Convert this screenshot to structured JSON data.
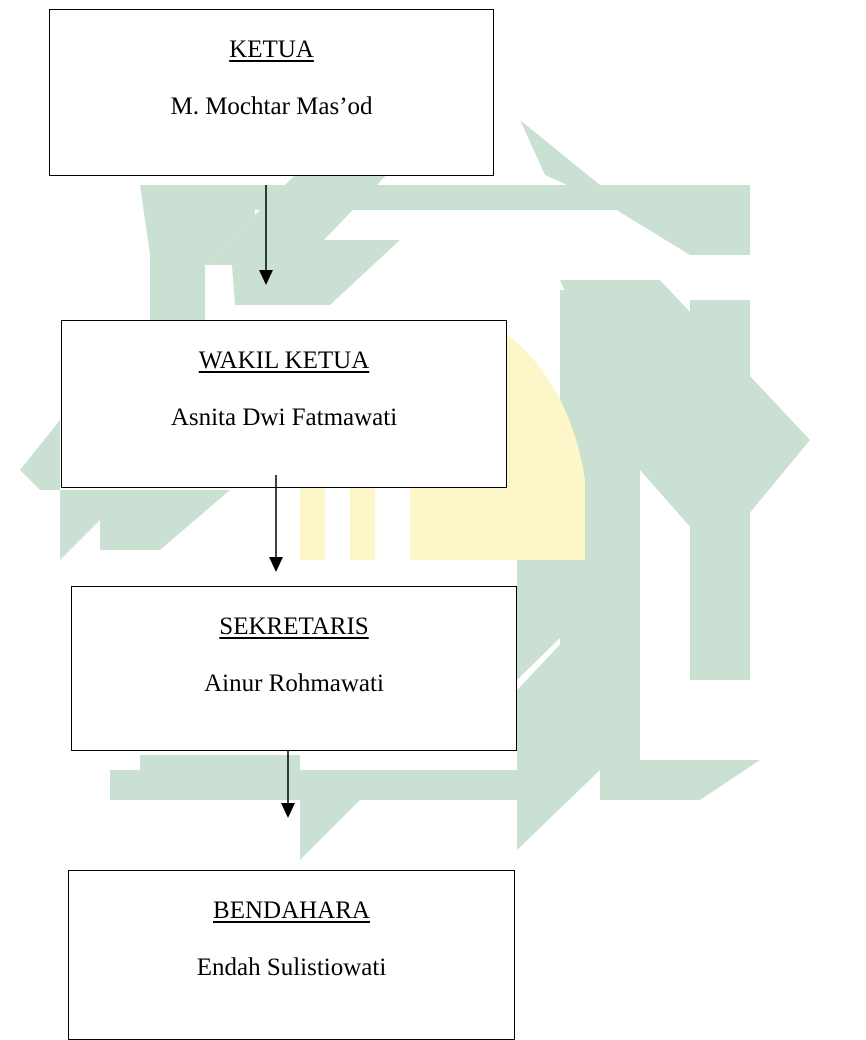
{
  "org_chart": {
    "positions": [
      {
        "role": "KETUA",
        "person": "M. Mochtar Mas’od"
      },
      {
        "role": "WAKIL KETUA",
        "person": "Asnita Dwi Fatmawati"
      },
      {
        "role": "SEKRETARIS",
        "person": "Ainur Rohmawati"
      },
      {
        "role": "BENDAHARA",
        "person": "Endah Sulistiowati"
      }
    ]
  },
  "colors": {
    "watermark_green": "#c9e0d2",
    "watermark_yellow": "#fdf6c8",
    "line": "#000000"
  }
}
